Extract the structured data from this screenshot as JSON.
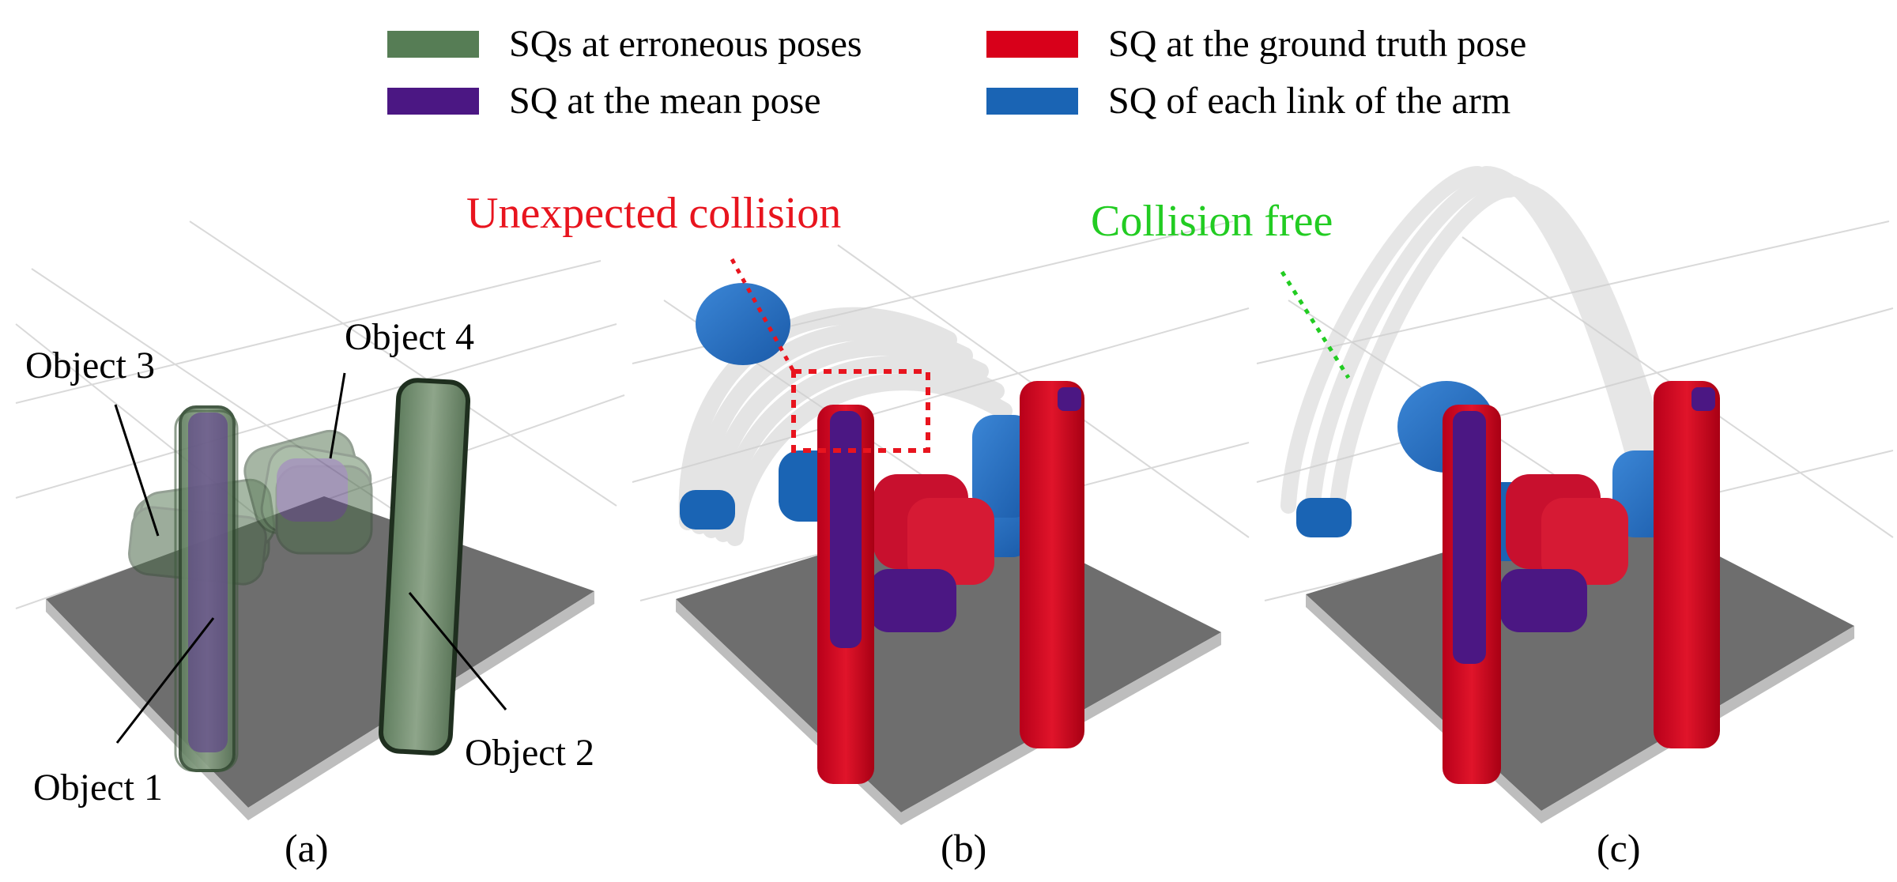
{
  "legend": {
    "items": [
      {
        "label": "SQs at erroneous poses",
        "color": "#567d55"
      },
      {
        "label": "SQ at the ground truth pose",
        "color": "#d8001a"
      },
      {
        "label": "SQ at the mean pose",
        "color": "#4b1783"
      },
      {
        "label": "SQ of each link of the arm",
        "color": "#1a64b4"
      }
    ]
  },
  "panels": {
    "a": {
      "caption": "(a)",
      "labels": {
        "object1": "Object 1",
        "object2": "Object 2",
        "object3": "Object 3",
        "object4": "Object 4"
      }
    },
    "b": {
      "caption": "(b)",
      "annotation": "Unexpected collision",
      "annotation_color": "#e8141e"
    },
    "c": {
      "caption": "(c)",
      "annotation": "Collision free",
      "annotation_color": "#22cc22"
    }
  },
  "colors": {
    "table_top": "#6e6e6e",
    "table_side": "#bdbdbd",
    "grid": "#d9d9d9",
    "ghost_arm": "#cfcfcf"
  }
}
